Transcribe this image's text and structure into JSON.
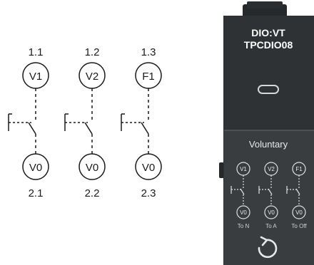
{
  "schematic": {
    "channels": [
      {
        "top_number": "1.1",
        "top_label": "V1",
        "bottom_label": "V0",
        "bottom_number": "2.1"
      },
      {
        "top_number": "1.2",
        "top_label": "V2",
        "bottom_label": "V0",
        "bottom_number": "2.2"
      },
      {
        "top_number": "1.3",
        "top_label": "F1",
        "bottom_label": "V0",
        "bottom_number": "2.3"
      }
    ]
  },
  "device": {
    "model_line1": "DIO:VT",
    "model_line2": "TPCDIO08",
    "panel_title": "Voluntary",
    "terminals": [
      {
        "top": "V1",
        "bottom": "V0",
        "caption": "To N"
      },
      {
        "top": "V2",
        "bottom": "V0",
        "caption": "To A"
      },
      {
        "top": "F1",
        "bottom": "V0",
        "caption": "To Off"
      }
    ],
    "body_color": "#2f3235",
    "panel_color": "#3a3d40",
    "text_color": "#ffffff",
    "rotate_icon": "rotate-arrow-icon"
  }
}
